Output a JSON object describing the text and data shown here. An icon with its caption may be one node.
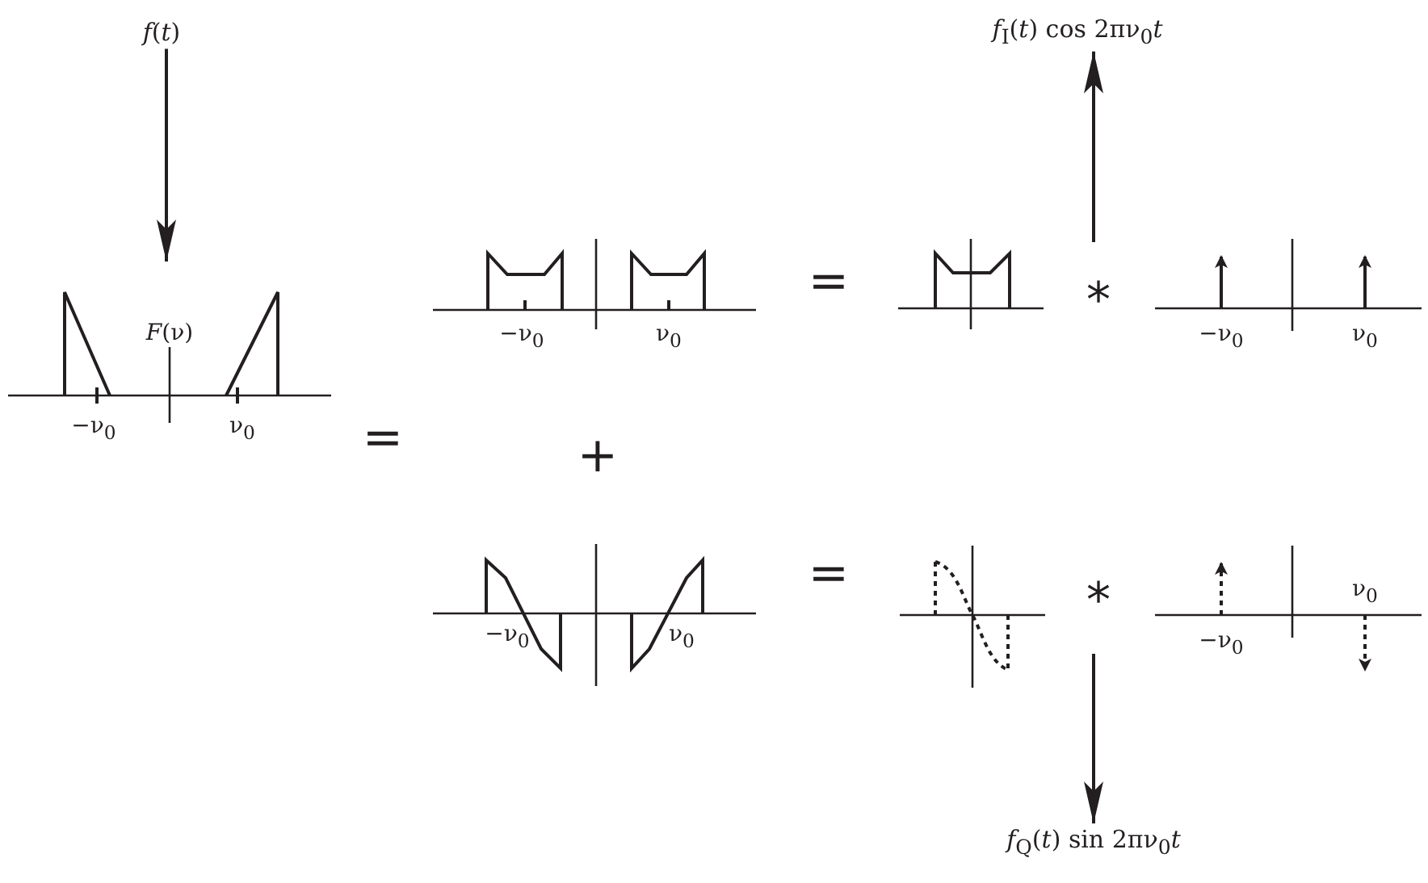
{
  "diagram": {
    "nodes": [
      {
        "text": [
          "*f*(*t*)"
        ]
      },
      {
        "text": [
          "*f*$_{I}$(*t*) cos 2πν$_{0}$*t*"
        ]
      },
      {
        "text": [
          "−ν$_{0}$",
          "ν$_{0}$"
        ]
      },
      {
        "text": [],
        "shape": "picture"
      },
      {
        "text": [
          "−ν$_{0}$",
          "ν$_{0}$"
        ]
      },
      {
        "text": [
          "*F*(ν)",
          "−ν$_{0}$",
          "ν$_{0}$"
        ]
      },
      {
        "text": [
          "−ν$_{0}$",
          "ν$_{0}$"
        ]
      },
      {
        "text": [],
        "shape": "picture"
      },
      {
        "text": [
          "−ν$_{0}$",
          "ν$_{0}$"
        ]
      },
      {
        "text": [
          "*f*$_{Q}$(*t*) sin 2πν$_{0}$*t*"
        ]
      }
    ],
    "edges": [
      {
        "from": 0,
        "to": 5,
        "arrow": "to"
      },
      {
        "from": null,
        "to": 1,
        "arrow": "to"
      },
      {
        "from": null,
        "to": 9,
        "arrow": "to"
      }
    ],
    "labels": [
      "=",
      "*",
      "=",
      "+",
      "=",
      "*"
    ]
  }
}
